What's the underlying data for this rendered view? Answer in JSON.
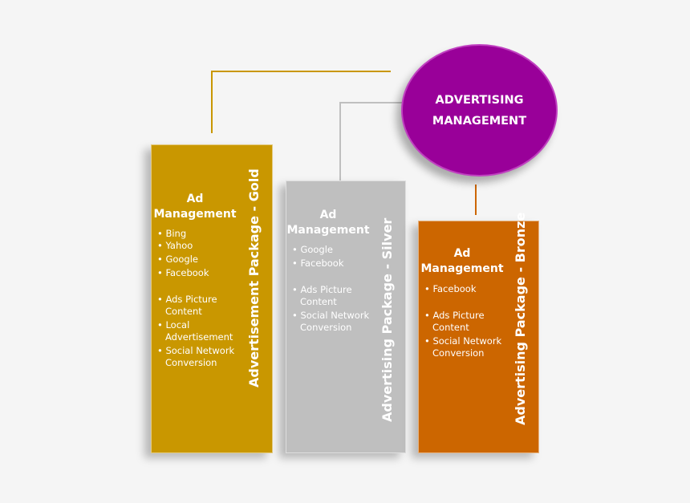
{
  "center": {
    "line1": "ADVERTISING",
    "line2": "MANAGEMENT"
  },
  "packages": [
    {
      "title": "Advertisement Package - Gold",
      "head1": "Ad",
      "head2": "Management",
      "items": [
        "Bing",
        "Yahoo",
        "Google",
        "Facebook"
      ],
      "items2": [
        "Ads Picture Content",
        "Local Advertisement",
        "Social Network Conversion"
      ],
      "color": "#c99700"
    },
    {
      "title": "Advertising Package - Silver",
      "head1": "Ad",
      "head2": "Management",
      "items": [
        "Google",
        "Facebook"
      ],
      "items2": [
        "Ads Picture Content",
        "Social Network Conversion"
      ],
      "color": "#bfbfbf"
    },
    {
      "title": "Advertising Package - Bronze",
      "head1": "Ad",
      "head2": "Management",
      "items": [
        "Facebook"
      ],
      "items2": [
        "Ads Picture Content",
        "Social Network Conversion"
      ],
      "color": "#cc6600"
    }
  ]
}
